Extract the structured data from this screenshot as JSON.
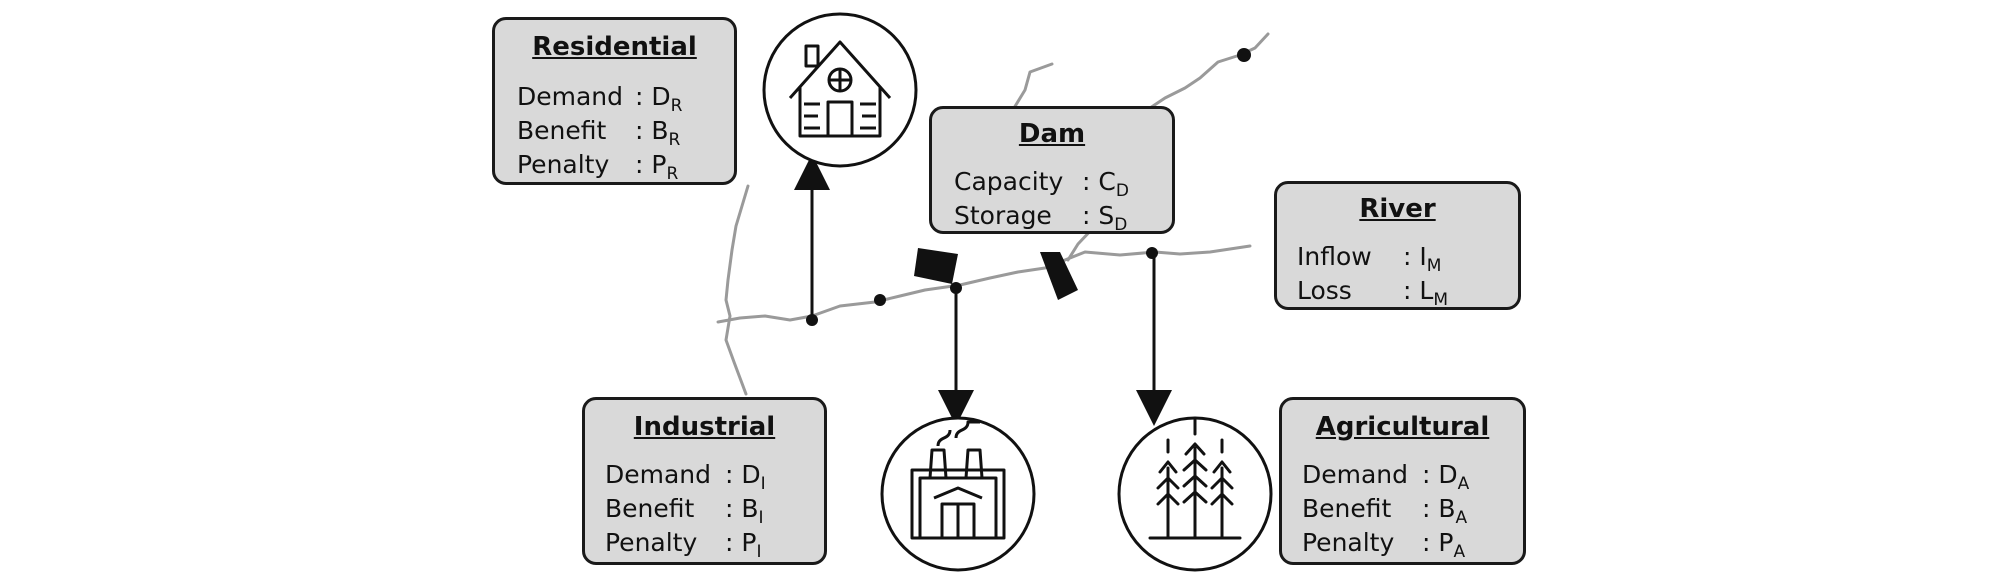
{
  "boxes": {
    "residential": {
      "title": "Residential",
      "rows": [
        {
          "label": "Demand",
          "colon": ":",
          "var": "D",
          "sub": "R"
        },
        {
          "label": "Benefit",
          "colon": ":",
          "var": "B",
          "sub": "R"
        },
        {
          "label": "Penalty",
          "colon": ":",
          "var": "P",
          "sub": "R"
        }
      ]
    },
    "dam": {
      "title": "Dam",
      "rows": [
        {
          "label": "Capacity",
          "colon": ":",
          "var": "C",
          "sub": "D"
        },
        {
          "label": "Storage",
          "colon": ":",
          "var": "S",
          "sub": "D"
        }
      ]
    },
    "river": {
      "title": "River",
      "rows": [
        {
          "label": "Inflow",
          "colon": ":",
          "var": "I",
          "sub": "M"
        },
        {
          "label": "Loss",
          "colon": ":",
          "var": "L",
          "sub": "M"
        }
      ]
    },
    "industrial": {
      "title": "Industrial",
      "rows": [
        {
          "label": "Demand",
          "colon": ":",
          "var": "D",
          "sub": "I"
        },
        {
          "label": "Benefit",
          "colon": ":",
          "var": "B",
          "sub": "I"
        },
        {
          "label": "Penalty",
          "colon": ":",
          "var": "P",
          "sub": "I"
        }
      ]
    },
    "agricultural": {
      "title": "Agricultural",
      "rows": [
        {
          "label": "Demand",
          "colon": ":",
          "var": "D",
          "sub": "A"
        },
        {
          "label": "Benefit",
          "colon": ":",
          "var": "B",
          "sub": "A"
        },
        {
          "label": "Penalty",
          "colon": ":",
          "var": "P",
          "sub": "A"
        }
      ]
    }
  },
  "icons": {
    "residential": "house-icon",
    "industrial": "factory-icon",
    "agricultural": "wheat-icon"
  },
  "colors": {
    "box_fill": "#d9d9d9",
    "river_line": "#9a9a9a",
    "arrow": "#111111"
  }
}
